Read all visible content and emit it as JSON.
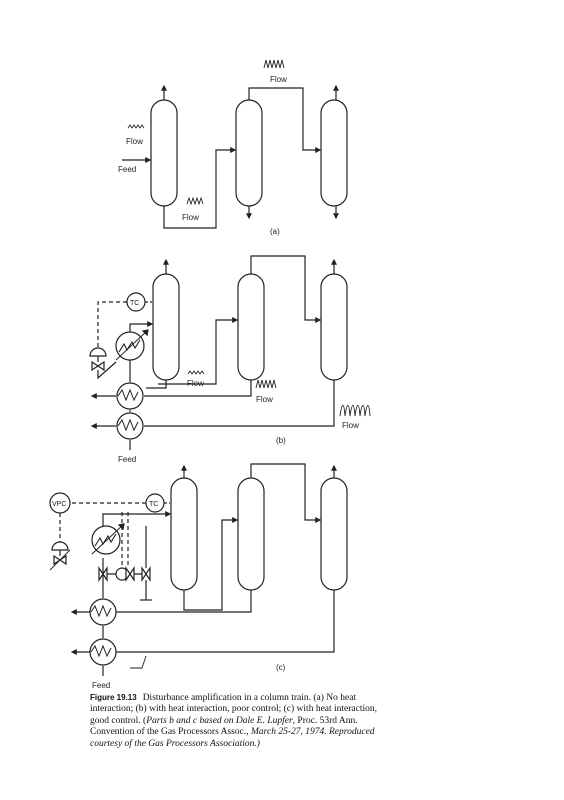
{
  "panels": {
    "a": {
      "tag": "(a)",
      "flow_top": "Flow",
      "flow_feed": "Flow",
      "feed": "Feed",
      "flow_bottom": "Flow"
    },
    "b": {
      "tag": "(b)",
      "tc": "TC",
      "flow1": "Flow",
      "flow2": "Flow",
      "flow3": "Flow",
      "feed": "Feed"
    },
    "c": {
      "tag": "(c)",
      "vpc": "VPC",
      "tc": "TC",
      "feed": "Feed"
    }
  },
  "caption": {
    "figure": "Figure 19.13",
    "part1": "Disturbance amplification in a column train. (a) No heat interaction; (b) with heat interaction, poor control; (c) with heat interaction, good control. (",
    "part2": "Parts b and c based on Dale E. Lupfer",
    "part3": ", Proc. 53rd Ann. Convention of the Gas Processors Assoc., ",
    "part4": "March 25-27, 1974. Reproduced courtesy of the Gas Processors Association.)"
  }
}
